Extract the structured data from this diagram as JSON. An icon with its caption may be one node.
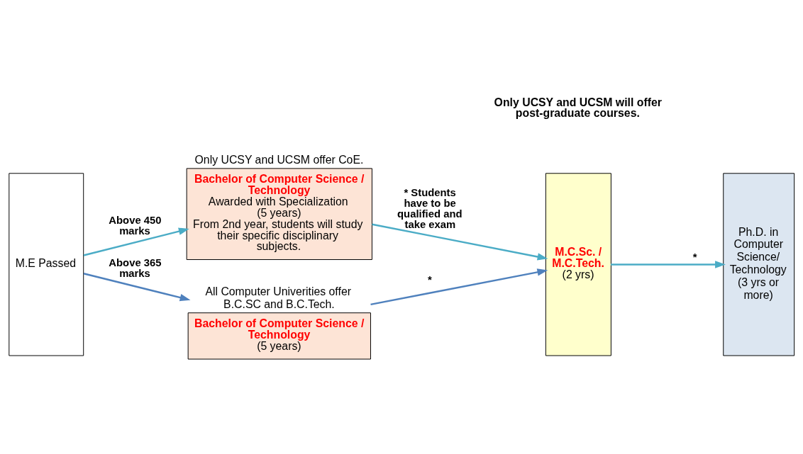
{
  "diagram": {
    "nodes": [
      {
        "text": [
          "M.E Passed"
        ]
      },
      {
        "text": [
          "Only UCSY and UCSM offer CoE.",
          "Bachelor of Computer Science / Technology",
          "Awarded with Specialization",
          "(5 years)",
          "From 2nd year, students will study their specific disciplinary subjects."
        ]
      },
      {
        "text": [
          "All Computer Univerities offer B.C.SC and B.C.Tech.",
          "Bachelor of Computer Science / Technology",
          "(5 years)"
        ]
      },
      {
        "text": [
          "M.C.Sc. / M.C.Tech.",
          "(2 yrs)"
        ]
      },
      {
        "text": [
          "Ph.D. in Computer Science/ Technology (3 yrs or more)"
        ]
      }
    ],
    "edges": [
      {
        "from": 0,
        "to": 1,
        "arrow": "to",
        "label": "Above 450 marks"
      },
      {
        "from": 0,
        "to": 2,
        "arrow": "to",
        "label": "Above 365 marks",
        "color": "#4f81bd"
      },
      {
        "from": 1,
        "to": 3,
        "arrow": "to",
        "label": "* Students have to be qualified and take exam"
      },
      {
        "from": 2,
        "to": 3,
        "arrow": "to",
        "label": "*",
        "color": "#4f81bd"
      },
      {
        "from": 3,
        "to": 4,
        "arrow": "to",
        "label": "*"
      }
    ],
    "labels": [
      "Only UCSY and UCSM will offer post-graduate courses."
    ]
  }
}
